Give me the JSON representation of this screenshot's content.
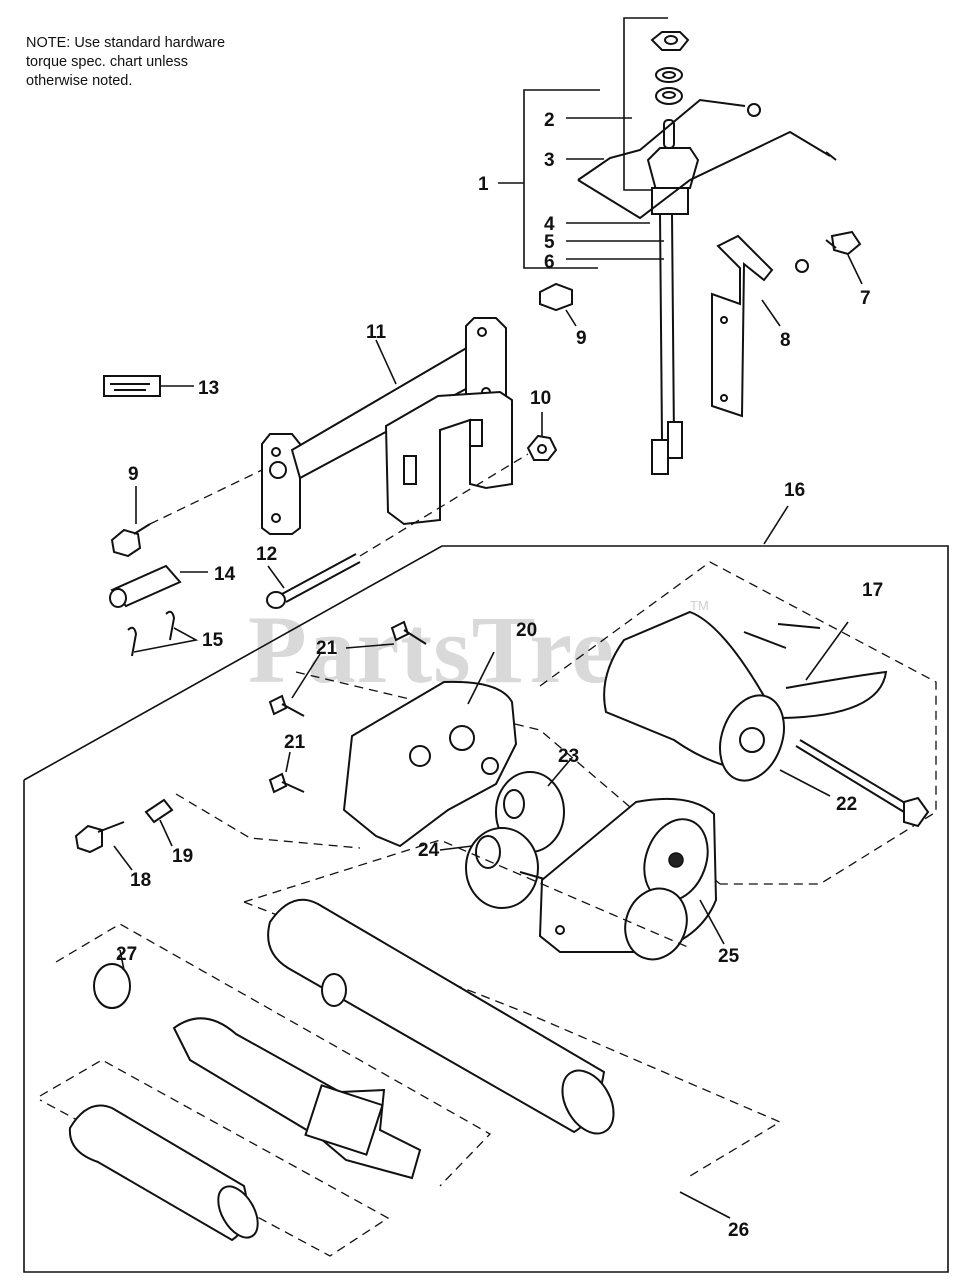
{
  "note": {
    "lines": [
      "NOTE: Use standard hardware",
      "torque spec. chart unless",
      "otherwise noted."
    ]
  },
  "watermark": {
    "text": "PartsTree",
    "tm": "TM"
  },
  "callouts": [
    "1",
    "2",
    "3",
    "4",
    "5",
    "6",
    "7",
    "8",
    "9",
    "9",
    "10",
    "11",
    "12",
    "13",
    "14",
    "15",
    "16",
    "17",
    "18",
    "19",
    "20",
    "21",
    "21",
    "22",
    "23",
    "24",
    "25",
    "26",
    "27"
  ]
}
